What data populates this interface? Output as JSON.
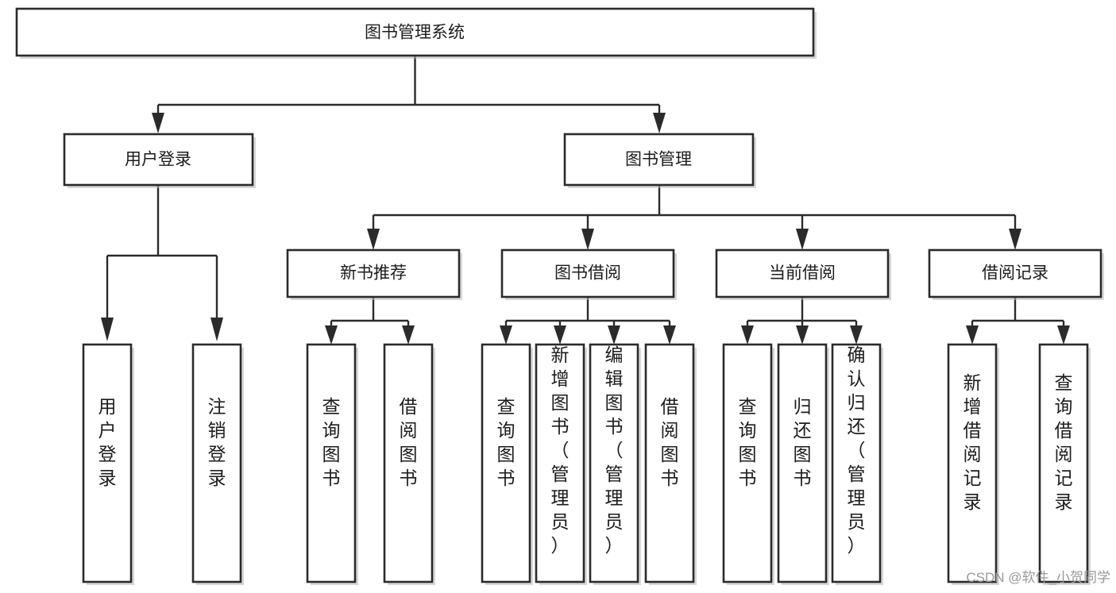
{
  "diagram": {
    "type": "hierarchy-tree",
    "title": "图书管理系统",
    "orientation": "top-down",
    "watermark": "CSDN @软件_小贺同学",
    "colors": {
      "box_stroke": "#2b2b2b",
      "box_fill": "#ffffff",
      "connector": "#2b2b2b",
      "background": "#ffffff",
      "watermark": "#9a9a9a"
    },
    "levels": {
      "root": "图书管理系统",
      "level2": [
        "用户登录",
        "图书管理"
      ],
      "level3": [
        "新书推荐",
        "图书借阅",
        "当前借阅",
        "借阅记录"
      ]
    },
    "nodes": {
      "root": {
        "label": "图书管理系统"
      },
      "user_login": {
        "label": "用户登录"
      },
      "book_manage": {
        "label": "图书管理"
      },
      "new_book_rec": {
        "label": "新书推荐"
      },
      "book_borrow": {
        "label": "图书借阅"
      },
      "current_borrow": {
        "label": "当前借阅"
      },
      "borrow_record": {
        "label": "借阅记录"
      }
    },
    "leaves": {
      "user_login": [
        {
          "label": "用户登录"
        },
        {
          "label": "注销登录"
        }
      ],
      "new_book_rec": [
        {
          "label": "查询图书"
        },
        {
          "label": "借阅图书"
        }
      ],
      "book_borrow": [
        {
          "label": "查询图书"
        },
        {
          "label": "新增图书（管理员）"
        },
        {
          "label": "编辑图书（管理员）"
        },
        {
          "label": "借阅图书"
        }
      ],
      "current_borrow": [
        {
          "label": "查询图书"
        },
        {
          "label": "归还图书"
        },
        {
          "label": "确认归还（管理员）"
        }
      ],
      "borrow_record": [
        {
          "label": "新增借阅记录"
        },
        {
          "label": "查询借阅记录"
        }
      ]
    }
  }
}
